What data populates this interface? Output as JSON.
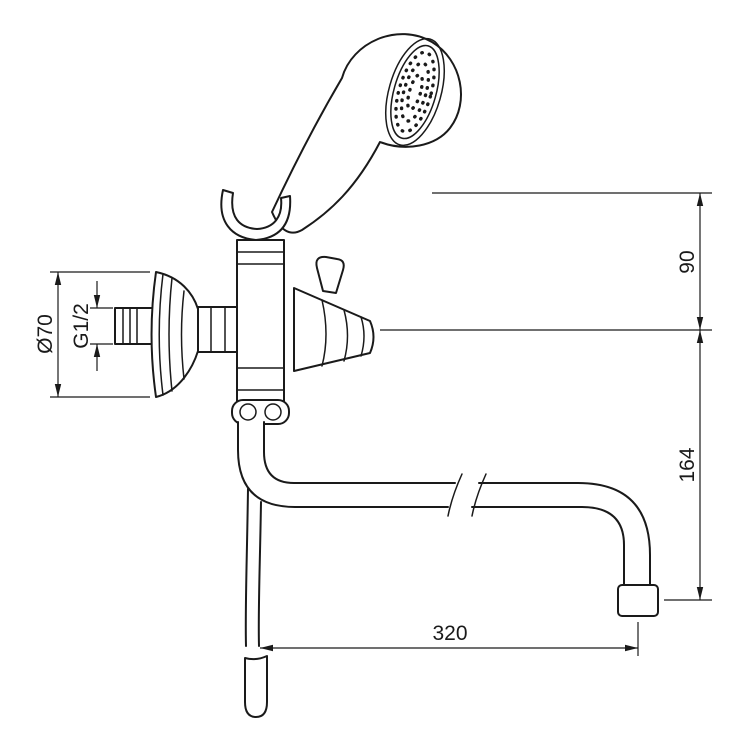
{
  "drawing": {
    "background": "#ffffff",
    "line_color": "#1a1a1a",
    "labels": {
      "flange_diameter": "Ø70",
      "thread_size": "G1/2",
      "dim_upper": "90",
      "dim_lower": "164",
      "dim_reach": "320"
    }
  }
}
